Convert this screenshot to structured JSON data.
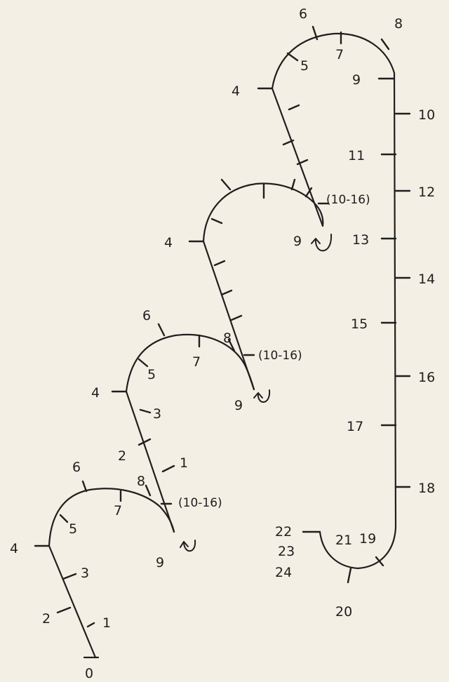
{
  "stage1": {
    "start": "0",
    "t1": "1",
    "t2": "2",
    "t3": "3",
    "t4": "4",
    "t5": "5",
    "t6": "6",
    "t7": "7",
    "t8": "8",
    "t9": "9",
    "range": "(10-16)"
  },
  "stage2": {
    "t1": "1",
    "t2": "2",
    "t3": "3",
    "t4": "4",
    "t5": "5",
    "t6": "6",
    "t7": "7",
    "t8": "8",
    "t9": "9",
    "range": "(10-16)"
  },
  "stage3": {
    "t4": "4",
    "t9": "9",
    "range": "(10-16)"
  },
  "stage4": {
    "t4": "4",
    "t5": "5",
    "t6": "6",
    "t7": "7",
    "t8": "8",
    "t9": "9",
    "t10": "10",
    "t11": "11",
    "t12": "12",
    "t13": "13",
    "t14": "14",
    "t15": "15",
    "t16": "16",
    "t17": "17",
    "t18": "18",
    "t19": "19",
    "t20": "20",
    "t21": "21",
    "t22": "22",
    "t23": "23",
    "t24": "24"
  }
}
